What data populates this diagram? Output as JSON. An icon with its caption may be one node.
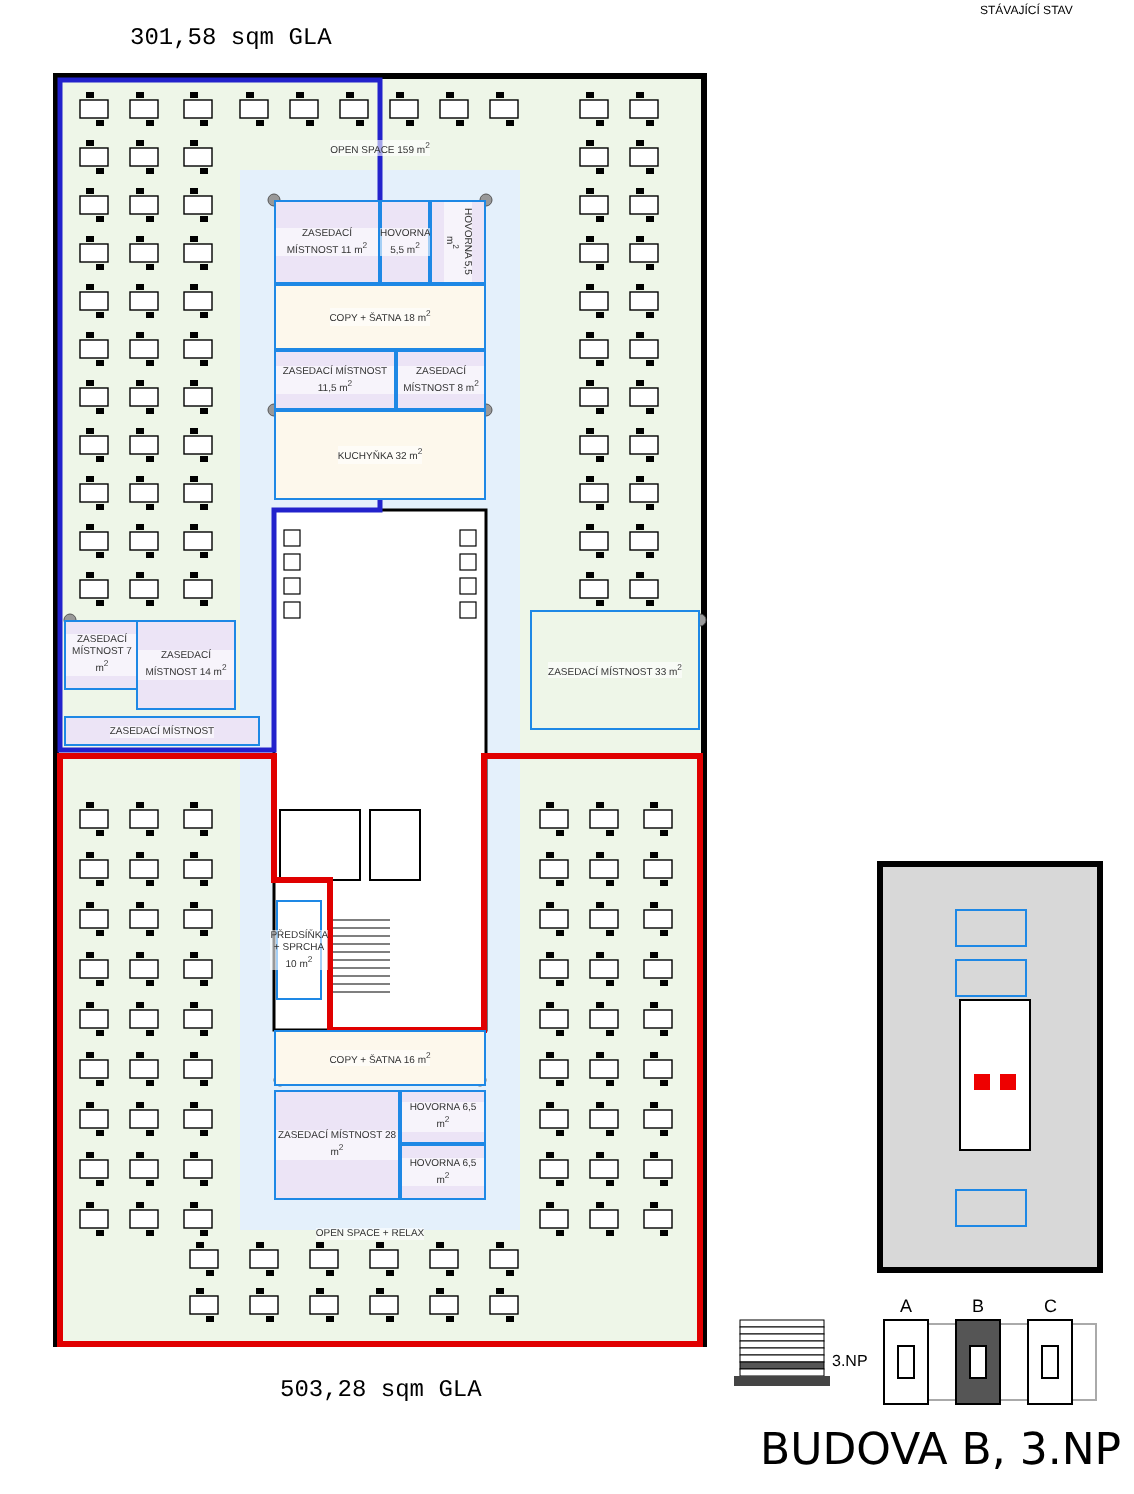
{
  "diagram": {
    "title": "BUDOVA B, 3.NP",
    "nodes": [
      {
        "text": [
          "OPEN SPACE 159 m$^{2}$"
        ]
      },
      {
        "text": [
          "ZASEDACÍ MÍSTNOST 11 m$^{2}$"
        ]
      },
      {
        "text": [
          "HOVORNA 5,5 m$^{2}$"
        ]
      },
      {
        "text": [
          "HOVORNA 5,5 m$^{2}$"
        ]
      },
      {
        "text": [
          "COPY + ŠATNA 18 m$^{2}$"
        ]
      },
      {
        "text": [
          "ZASEDACÍ MÍSTNOST 11,5 m$^{2}$"
        ]
      },
      {
        "text": [
          "ZASEDACÍ MÍSTNOST 8 m$^{2}$"
        ]
      },
      {
        "text": [
          "KUCHYŇKA 32 m$^{2}$"
        ]
      },
      {
        "text": [
          "ZASEDACÍ MÍSTNOST 33 m$^{2}$"
        ]
      },
      {
        "text": [
          "ZASEDACÍ MÍSTNOST 7 m$^{2}$"
        ]
      },
      {
        "text": [
          "ZASEDACÍ MÍSTNOST 14 m$^{2}$"
        ]
      },
      {
        "text": [
          "ZASEDACÍ MÍSTNOST"
        ]
      },
      {
        "text": [
          "PŘEDSÍŇKA + SPRCHA 10 m$^{2}$"
        ]
      },
      {
        "text": [
          "COPY + ŠATNA 16 m$^{2}$"
        ]
      },
      {
        "text": [
          "HOVORNA 6,5 m$^{2}$"
        ]
      },
      {
        "text": [
          "ZASEDACÍ MÍSTNOST 28 m$^{2}$"
        ]
      },
      {
        "text": [
          "HOVORNA 6,5 m$^{2}$"
        ]
      },
      {
        "text": [
          "OPEN SPACE + RELAX"
        ]
      }
    ],
    "labels": [
      "STÁVAJÍCÍ STAV",
      "301,58 sqm GLA",
      "503,28 sqm GLA",
      "3.NP",
      "A",
      "B",
      "C"
    ]
  }
}
